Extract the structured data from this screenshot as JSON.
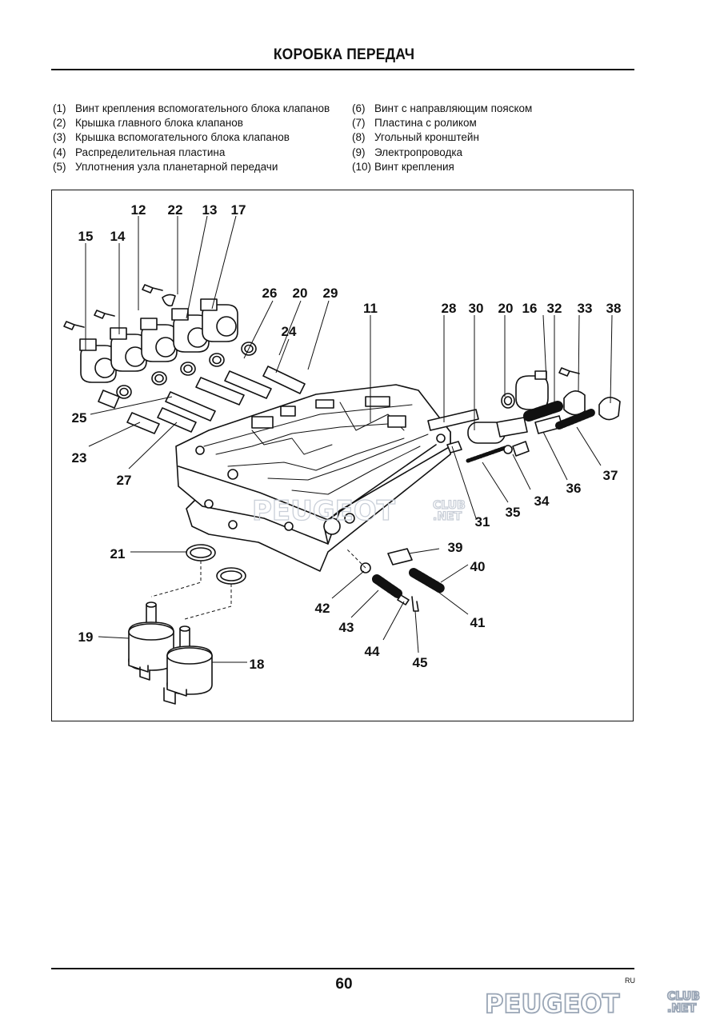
{
  "header": {
    "title": "КОРОБКА ПЕРЕДАЧ"
  },
  "legend": {
    "left": [
      {
        "num": "(1)",
        "text": "Винт крепления вспомогательного блока клапанов"
      },
      {
        "num": "(2)",
        "text": "Крышка главного блока клапанов"
      },
      {
        "num": "(3)",
        "text": "Крышка вспомогательного блока клапанов"
      },
      {
        "num": "(4)",
        "text": "Распределительная пластина"
      },
      {
        "num": "(5)",
        "text": "Уплотнения узла планетарной передачи"
      }
    ],
    "right": [
      {
        "num": "(6)",
        "text": "Винт с направляющим пояском"
      },
      {
        "num": "(7)",
        "text": "Пластина с роликом"
      },
      {
        "num": "(8)",
        "text": "Угольный кронштейн"
      },
      {
        "num": "(9)",
        "text": "Электропроводка"
      },
      {
        "num": "(10)",
        "text": "Винт крепления"
      }
    ]
  },
  "diagram": {
    "callouts": [
      "12",
      "22",
      "13",
      "17",
      "15",
      "14",
      "26",
      "20",
      "29",
      "11",
      "28",
      "30",
      "20",
      "16",
      "32",
      "33",
      "38",
      "24",
      "25",
      "23",
      "27",
      "31",
      "35",
      "34",
      "36",
      "37",
      "21",
      "39",
      "40",
      "42",
      "43",
      "44",
      "45",
      "41",
      "19",
      "18"
    ],
    "watermark": {
      "main": "PEUGEOT",
      "small_top": "CLUB",
      "small_bottom": ".NET"
    }
  },
  "footer": {
    "page_number": "60",
    "lang": "RU",
    "brand": {
      "main": "PEUGEOT",
      "small_top": "CLUB",
      "small_bottom": ".NET"
    }
  }
}
